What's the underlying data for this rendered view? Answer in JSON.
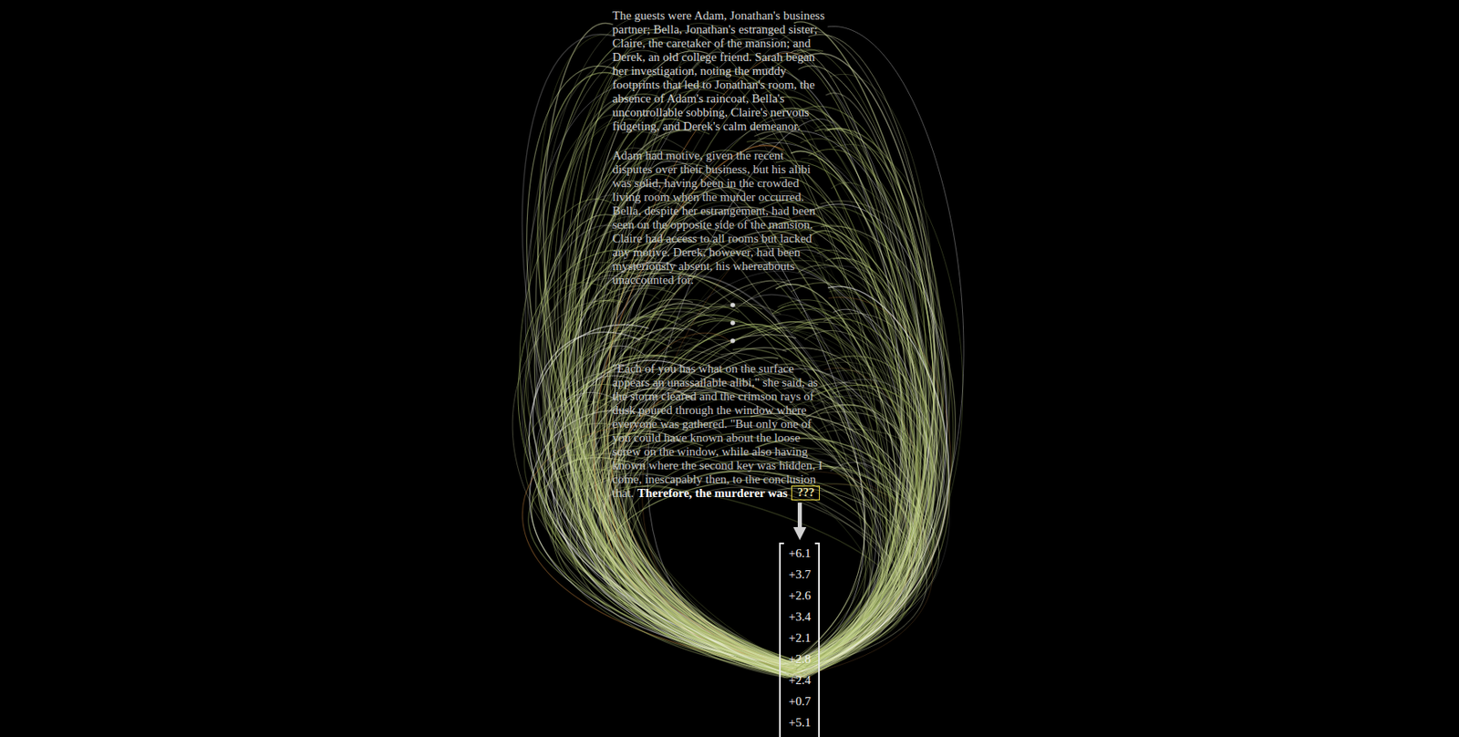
{
  "diagram": {
    "nodes": [
      {
        "text": [
          "???"
        ]
      },
      {
        "text": [
          "+6.1",
          "+3.7",
          "+2.6",
          "+3.4",
          "+2.1",
          "+2.8",
          "+2.4",
          "+0.7",
          "+5.1"
        ]
      }
    ],
    "edges": [
      {
        "from": 0,
        "to": 1,
        "arrow": "to"
      }
    ],
    "labels": [
      "The guests were Adam, Jonathan's business partner; Bella, Jonathan's estranged sister; Claire, the caretaker of the mansion; and Derek, an old college friend. Sarah began her investigation, noting the muddy footprints that led to Jonathan's room, the absence of Adam's raincoat, Bella's uncontrollable sobbing, Claire's nervous fidgeting, and Derek's calm demeanor.",
      "Adam had motive, given the recent disputes over their business, but his alibi was solid, having been in the crowded living room when the murder occurred. Bella, despite her estrangement, had been seen on the opposite side of the mansion. Claire had access to all rooms but lacked any motive. Derek, however, had been mysteriously absent, his whereabouts unaccounted for.",
      "\"Each of you has what on the surface appears an unassailable alibi,\" she said, as the storm cleared and the crimson rays of dusk poured through the window where everyone was gathered. \"But only one of you could have known about the loose screw on the window, while also having known where the second key was hidden, I come, inescapably then, to the conclusion that.",
      "Therefore, the murderer was"
    ]
  }
}
